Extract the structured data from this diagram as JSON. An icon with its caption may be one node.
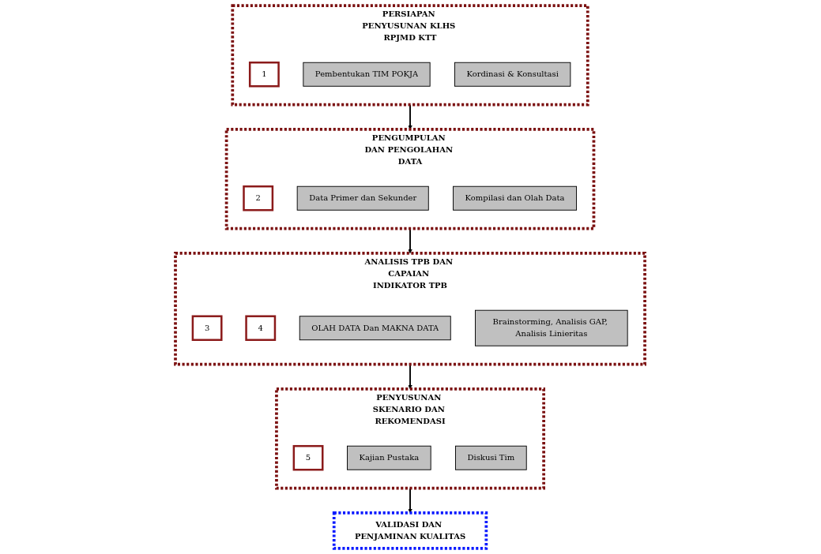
{
  "diagram": {
    "nodes": [
      {
        "text": [
          "PERSIAPAN PENYUSUNAN KLHS RPJMD KTT"
        ]
      },
      {
        "text": [
          "1"
        ],
        "in": 0
      },
      {
        "text": [
          "Pembentukan TIM POKJA"
        ],
        "in": 0
      },
      {
        "text": [
          "Kordinasi & Konsultasi"
        ],
        "in": 0
      },
      {
        "text": [
          "PENGUMPULAN DAN PENGOLAHAN DATA"
        ]
      },
      {
        "text": [
          "2"
        ],
        "in": 4
      },
      {
        "text": [
          "Data Primer dan Sekunder"
        ],
        "in": 4
      },
      {
        "text": [
          "Kompilasi dan Olah Data"
        ],
        "in": 4
      },
      {
        "text": [
          "ANALISIS TPB DAN CAPAIAN INDIKATOR TPB"
        ]
      },
      {
        "text": [
          "3"
        ],
        "in": 8
      },
      {
        "text": [
          "4"
        ],
        "in": 8
      },
      {
        "text": [
          "OLAH DATA Dan MAKNA DATA"
        ],
        "in": 8
      },
      {
        "text": [
          "Brainstorming, Analisis GAP, Analisis Linieritas"
        ],
        "in": 8
      },
      {
        "text": [
          "PENYUSUNAN SKENARIO DAN REKOMENDASI"
        ]
      },
      {
        "text": [
          "5"
        ],
        "in": 13
      },
      {
        "text": [
          "Kajian Pustaka"
        ],
        "in": 13
      },
      {
        "text": [
          "Diskusi Tim"
        ],
        "in": 13
      },
      {
        "text": [
          "VALIDASI DAN PENJAMINAN KUALITAS"
        ]
      }
    ],
    "edges": [
      {
        "from": 0,
        "to": 4,
        "arrow": "to"
      },
      {
        "from": 4,
        "to": 8,
        "arrow": "to"
      },
      {
        "from": 8,
        "to": 13,
        "arrow": "to"
      },
      {
        "from": 13,
        "to": 17,
        "arrow": "to"
      }
    ]
  }
}
